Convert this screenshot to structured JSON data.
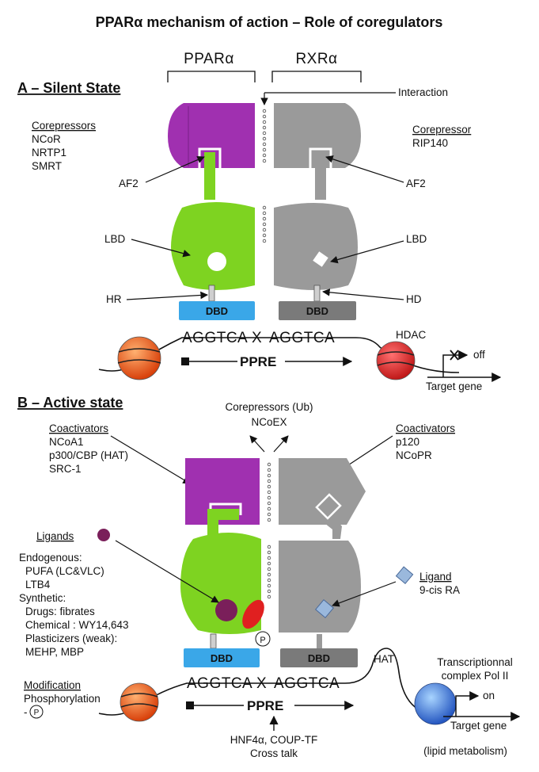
{
  "title": "PPARα mechanism of action – Role of coregulators",
  "receptors": {
    "left": "PPARα",
    "right": "RXRα"
  },
  "section_a": {
    "heading": "A – Silent State",
    "interaction": "Interaction",
    "corepressors_heading": "Corepressors",
    "corepressors": [
      "NCoR",
      "NRTP1",
      "SMRT"
    ],
    "corepressor_right_heading": "Corepressor",
    "corepressor_right": "RIP140",
    "af2": "AF2",
    "lbd": "LBD",
    "hr": "HR",
    "hd": "HD",
    "dbd": "DBD",
    "sequence_left": "AGGTCA",
    "sequence_x": "X",
    "sequence_right": "AGGTCA",
    "hdac": "HDAC",
    "ppre": "PPRE",
    "off": "off",
    "target_gene": "Target gene"
  },
  "section_b": {
    "heading": "B – Active state",
    "corepressors_ub": "Corepressors (Ub)",
    "ncoex": "NCoEX",
    "coactivators_left_heading": "Coactivators",
    "coactivators_left": [
      "NCoA1",
      "p300/CBP (HAT)",
      "SRC-1"
    ],
    "coactivators_right_heading": "Coactivators",
    "coactivators_right": [
      "p120",
      "NCoPR"
    ],
    "ligands_heading": "Ligands",
    "ligands": [
      "Endogenous:",
      "PUFA (LC&VLC)",
      "LTB4",
      "Synthetic:",
      "Drugs: fibrates",
      "Chemical : WY14,643",
      "Plasticizers (weak):",
      "MEHP, MBP"
    ],
    "ligand_right_heading": "Ligand",
    "ligand_right": "9-cis RA",
    "phospho_symbol": "P",
    "dbd": "DBD",
    "sequence_left": "AGGTCA",
    "sequence_x": "X",
    "sequence_right": "AGGTCA",
    "hat": "HAT",
    "transcriptional_line1": "Transcriptionnal",
    "transcriptional_line2": "complex Pol II",
    "on": "on",
    "target_gene": "Target gene",
    "lipid_metabolism": "(lipid metabolism)",
    "modification_heading": "Modification",
    "modification_line1": "Phosphorylation",
    "modification_line2": "-",
    "ppre": "PPRE",
    "hnf4a": "HNF4α, COUP-TF",
    "cross_talk": "Cross talk"
  },
  "colors": {
    "purple": "#a030b0",
    "green": "#7ed321",
    "gray": "#9a9a9a",
    "blue": "#3aa7e8",
    "dbd_gray": "#7a7a7a",
    "nucleosome": "#e8501a",
    "hdac_red": "#e02828",
    "polii_blue": "#2f6fd6",
    "ligand_purple": "#7a1f5a",
    "ligand_red": "#e02020",
    "ligand_blue": "#9ab8dc"
  }
}
